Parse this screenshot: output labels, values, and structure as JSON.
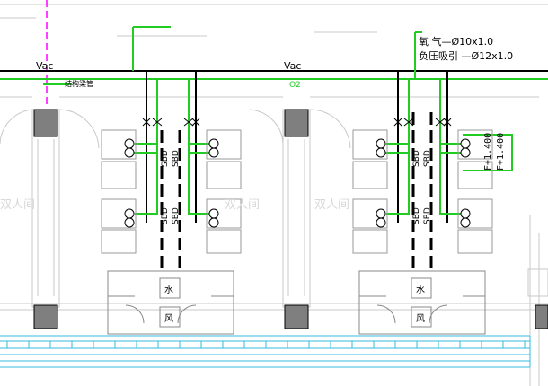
{
  "labels": {
    "vac_left": "Vac",
    "vac_right": "Vac",
    "o2_right": "O2",
    "pipe_note": "结构梁管",
    "legend_oxygen": "氧   气—Ø10x1.0",
    "legend_vacuum": "负压吸引 —Ø12x1.0",
    "elevation_1": "F+1.400",
    "elevation_2": "F+1.400",
    "room_label": "双人间",
    "sbd": "SBD",
    "sink_label": "水",
    "vent_label": "风"
  },
  "colors": {
    "oxygen_pipe": "#22cc22",
    "vacuum_pipe": "#000000",
    "magenta_line": "#ff00ff",
    "wall_fill": "#7f7f7f",
    "room_text": "#d8d8d8",
    "window_cyan": "#33bbdd",
    "thin_line": "#bbbbbb"
  }
}
